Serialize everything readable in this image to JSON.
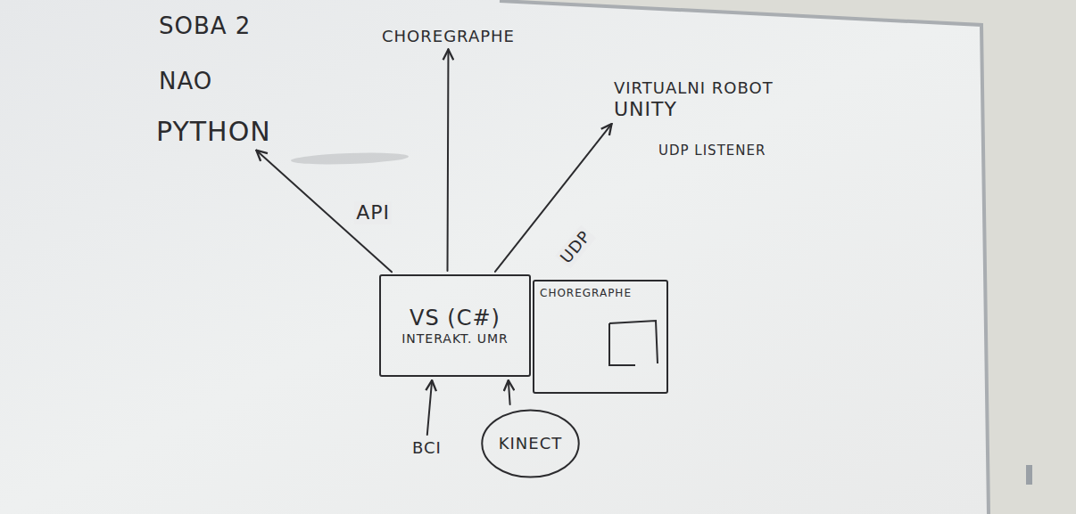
{
  "diagram": {
    "nodes": [
      {
        "text": [
          "PYTHON"
        ]
      },
      {
        "text": [
          "CHOREGRAPHE"
        ]
      },
      {
        "text": [
          "VIRTUALNI ROBOT",
          "UNITY"
        ]
      },
      {
        "text": [
          "VS (C#)",
          "INTERAKT. UMR"
        ]
      },
      {
        "text": [
          "CHOREGRAPHE"
        ]
      },
      {
        "text": [
          "BCI"
        ]
      },
      {
        "text": [
          "KINECT"
        ]
      }
    ],
    "edges": [
      {
        "from": 3,
        "to": 0,
        "label": "API",
        "arrow": "to"
      },
      {
        "from": 3,
        "to": 1,
        "arrow": "to"
      },
      {
        "from": 3,
        "to": 2,
        "label": "UDP",
        "arrow": "to"
      },
      {
        "from": 5,
        "to": 3,
        "arrow": "to"
      },
      {
        "from": 6,
        "to": 3,
        "arrow": "to"
      }
    ],
    "labels": [
      "SOBA 2",
      "NAO",
      "UDP LISTENER"
    ]
  }
}
